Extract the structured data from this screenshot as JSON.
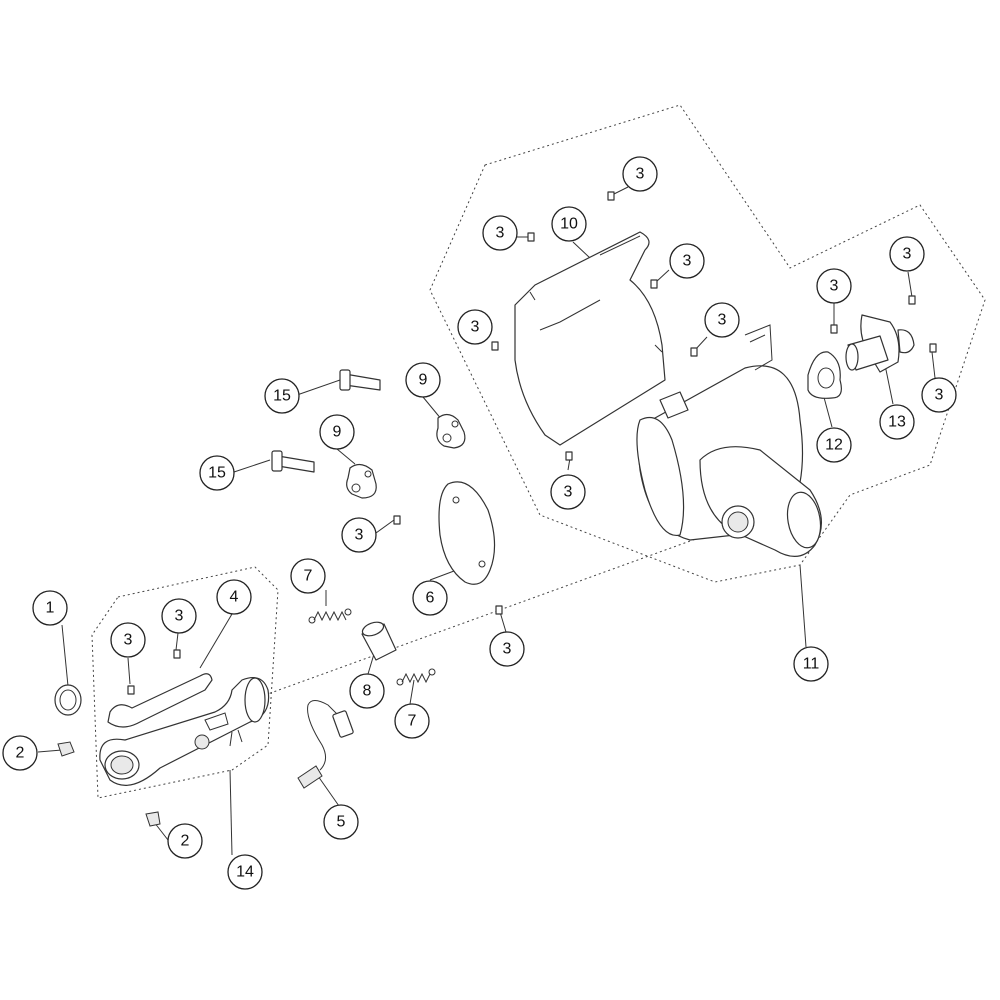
{
  "callouts": [
    {
      "id": "c1",
      "label": "1"
    },
    {
      "id": "c2a",
      "label": "2"
    },
    {
      "id": "c2b",
      "label": "2"
    },
    {
      "id": "c3a",
      "label": "3"
    },
    {
      "id": "c3b",
      "label": "3"
    },
    {
      "id": "c3c",
      "label": "3"
    },
    {
      "id": "c3d",
      "label": "3"
    },
    {
      "id": "c3e",
      "label": "3"
    },
    {
      "id": "c3f",
      "label": "3"
    },
    {
      "id": "c3g",
      "label": "3"
    },
    {
      "id": "c3h",
      "label": "3"
    },
    {
      "id": "c3i",
      "label": "3"
    },
    {
      "id": "c3j",
      "label": "3"
    },
    {
      "id": "c3k",
      "label": "3"
    },
    {
      "id": "c3l",
      "label": "3"
    },
    {
      "id": "c3m",
      "label": "3"
    },
    {
      "id": "c4",
      "label": "4"
    },
    {
      "id": "c5",
      "label": "5"
    },
    {
      "id": "c6",
      "label": "6"
    },
    {
      "id": "c7a",
      "label": "7"
    },
    {
      "id": "c7b",
      "label": "7"
    },
    {
      "id": "c8",
      "label": "8"
    },
    {
      "id": "c9a",
      "label": "9"
    },
    {
      "id": "c9b",
      "label": "9"
    },
    {
      "id": "c10",
      "label": "10"
    },
    {
      "id": "c11",
      "label": "11"
    },
    {
      "id": "c12",
      "label": "12"
    },
    {
      "id": "c13",
      "label": "13"
    },
    {
      "id": "c14",
      "label": "14"
    },
    {
      "id": "c15a",
      "label": "15"
    },
    {
      "id": "c15b",
      "label": "15"
    }
  ]
}
